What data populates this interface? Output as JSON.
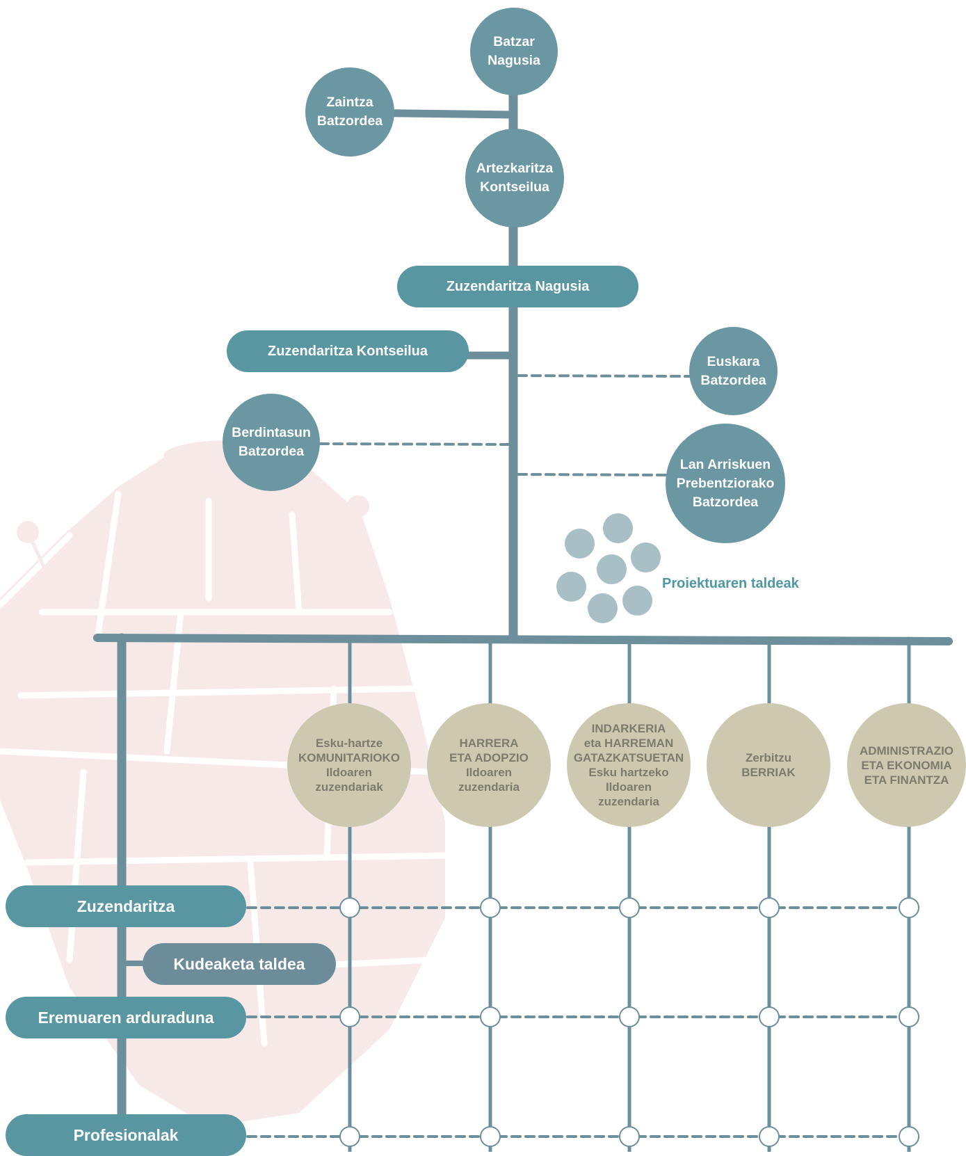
{
  "governance": {
    "batzar_nagusia": "Batzar\nNagusia",
    "zaintza_batzordea": "Zaintza\nBatzordea",
    "artezkaritza_kontseilua": "Artezkaritza\nKontseilua",
    "zuzendaritza_nagusia": "Zuzendaritza Nagusia",
    "zuzendaritza_kontseilua": "Zuzendaritza Kontseilua",
    "euskara_batzordea": "Euskara\nBatzordea",
    "berdintasun_batzordea": "Berdintasun\nBatzordea",
    "lan_arriskuen_batzordea": "Lan Arriskuen\nPrebentziorako\nBatzordea",
    "proiektuaren_taldeak": "Proiektuaren taldeak"
  },
  "lines": [
    "Esku-hartze\nKOMUNITARIOKO\nIldoaren\nzuzendariak",
    "HARRERA\nETA ADOPZIO\nIldoaren\nzuzendaria",
    "INDARKERIA\neta HARREMAN\nGATAZKATSUETAN\nEsku hartzeko\nIldoaren\nzuzendaria",
    "Zerbitzu\nBERRIAK",
    "ADMINISTRAZIO\nETA EKONOMIA\nETA FINANTZA"
  ],
  "levels": {
    "zuzendaritza": "Zuzendaritza",
    "kudeaketa_taldea": "Kudeaketa taldea",
    "eremuaren_arduraduna": "Eremuaren arduraduna",
    "profesionalak": "Profesionalak"
  },
  "colors": {
    "teal_circle": "#6b97a3",
    "teal_pill": "#5897a1",
    "connector": "#6d8f9b",
    "beige": "#ccc9b0",
    "watermark": "#f6e6e6",
    "project_dots": "#a9bfc6"
  }
}
